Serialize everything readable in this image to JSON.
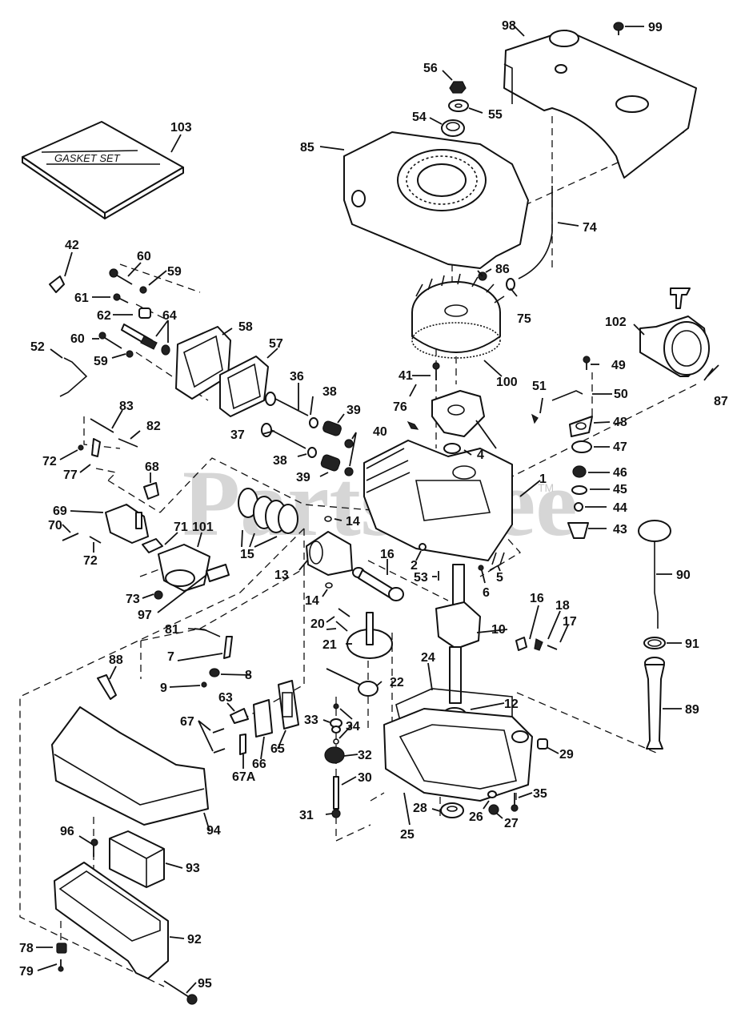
{
  "diagram": {
    "type": "exploded-parts-diagram",
    "subject": "small engine assembly",
    "watermark": "PartsTree",
    "watermark_mark": "TM",
    "gasket_set_box_text": "GASKET SET",
    "colors": {
      "line": "#111111",
      "watermark": "#c9c9c9",
      "background": "#ffffff"
    }
  },
  "callouts": [
    {
      "id": "1",
      "label": "1"
    },
    {
      "id": "2",
      "label": "2"
    },
    {
      "id": "4",
      "label": "4"
    },
    {
      "id": "5",
      "label": "5"
    },
    {
      "id": "6",
      "label": "6"
    },
    {
      "id": "7",
      "label": "7"
    },
    {
      "id": "8",
      "label": "8"
    },
    {
      "id": "9",
      "label": "9"
    },
    {
      "id": "10",
      "label": "10"
    },
    {
      "id": "12",
      "label": "12"
    },
    {
      "id": "13",
      "label": "13"
    },
    {
      "id": "14a",
      "label": "14"
    },
    {
      "id": "14b",
      "label": "14"
    },
    {
      "id": "15",
      "label": "15"
    },
    {
      "id": "16a",
      "label": "16"
    },
    {
      "id": "16b",
      "label": "16"
    },
    {
      "id": "17",
      "label": "17"
    },
    {
      "id": "18",
      "label": "18"
    },
    {
      "id": "20",
      "label": "20"
    },
    {
      "id": "21",
      "label": "21"
    },
    {
      "id": "22",
      "label": "22"
    },
    {
      "id": "24",
      "label": "24"
    },
    {
      "id": "25",
      "label": "25"
    },
    {
      "id": "26",
      "label": "26"
    },
    {
      "id": "27",
      "label": "27"
    },
    {
      "id": "28",
      "label": "28"
    },
    {
      "id": "29",
      "label": "29"
    },
    {
      "id": "30",
      "label": "30"
    },
    {
      "id": "31",
      "label": "31"
    },
    {
      "id": "32",
      "label": "32"
    },
    {
      "id": "33",
      "label": "33"
    },
    {
      "id": "34",
      "label": "34"
    },
    {
      "id": "35",
      "label": "35"
    },
    {
      "id": "36",
      "label": "36"
    },
    {
      "id": "37",
      "label": "37"
    },
    {
      "id": "38a",
      "label": "38"
    },
    {
      "id": "38b",
      "label": "38"
    },
    {
      "id": "39a",
      "label": "39"
    },
    {
      "id": "39b",
      "label": "39"
    },
    {
      "id": "40",
      "label": "40"
    },
    {
      "id": "41",
      "label": "41"
    },
    {
      "id": "42",
      "label": "42"
    },
    {
      "id": "43",
      "label": "43"
    },
    {
      "id": "44",
      "label": "44"
    },
    {
      "id": "45",
      "label": "45"
    },
    {
      "id": "46",
      "label": "46"
    },
    {
      "id": "47",
      "label": "47"
    },
    {
      "id": "48",
      "label": "48"
    },
    {
      "id": "49",
      "label": "49"
    },
    {
      "id": "50",
      "label": "50"
    },
    {
      "id": "51",
      "label": "51"
    },
    {
      "id": "52",
      "label": "52"
    },
    {
      "id": "53",
      "label": "53"
    },
    {
      "id": "54",
      "label": "54"
    },
    {
      "id": "55",
      "label": "55"
    },
    {
      "id": "56",
      "label": "56"
    },
    {
      "id": "57",
      "label": "57"
    },
    {
      "id": "58",
      "label": "58"
    },
    {
      "id": "59a",
      "label": "59"
    },
    {
      "id": "59b",
      "label": "59"
    },
    {
      "id": "60a",
      "label": "60"
    },
    {
      "id": "60b",
      "label": "60"
    },
    {
      "id": "61",
      "label": "61"
    },
    {
      "id": "62",
      "label": "62"
    },
    {
      "id": "63",
      "label": "63"
    },
    {
      "id": "64",
      "label": "64"
    },
    {
      "id": "65",
      "label": "65"
    },
    {
      "id": "66",
      "label": "66"
    },
    {
      "id": "67",
      "label": "67"
    },
    {
      "id": "67A",
      "label": "67A"
    },
    {
      "id": "68",
      "label": "68"
    },
    {
      "id": "69",
      "label": "69"
    },
    {
      "id": "70",
      "label": "70"
    },
    {
      "id": "71",
      "label": "71"
    },
    {
      "id": "72a",
      "label": "72"
    },
    {
      "id": "72b",
      "label": "72"
    },
    {
      "id": "73",
      "label": "73"
    },
    {
      "id": "74",
      "label": "74"
    },
    {
      "id": "75",
      "label": "75"
    },
    {
      "id": "76",
      "label": "76"
    },
    {
      "id": "77",
      "label": "77"
    },
    {
      "id": "78",
      "label": "78"
    },
    {
      "id": "79",
      "label": "79"
    },
    {
      "id": "81",
      "label": "81"
    },
    {
      "id": "82",
      "label": "82"
    },
    {
      "id": "83",
      "label": "83"
    },
    {
      "id": "85",
      "label": "85"
    },
    {
      "id": "86",
      "label": "86"
    },
    {
      "id": "87",
      "label": "87"
    },
    {
      "id": "88",
      "label": "88"
    },
    {
      "id": "89",
      "label": "89"
    },
    {
      "id": "90",
      "label": "90"
    },
    {
      "id": "91",
      "label": "91"
    },
    {
      "id": "92",
      "label": "92"
    },
    {
      "id": "93",
      "label": "93"
    },
    {
      "id": "94",
      "label": "94"
    },
    {
      "id": "95",
      "label": "95"
    },
    {
      "id": "96",
      "label": "96"
    },
    {
      "id": "97",
      "label": "97"
    },
    {
      "id": "98",
      "label": "98"
    },
    {
      "id": "99",
      "label": "99"
    },
    {
      "id": "100",
      "label": "100"
    },
    {
      "id": "101",
      "label": "101"
    },
    {
      "id": "102",
      "label": "102"
    },
    {
      "id": "103",
      "label": "103"
    }
  ]
}
